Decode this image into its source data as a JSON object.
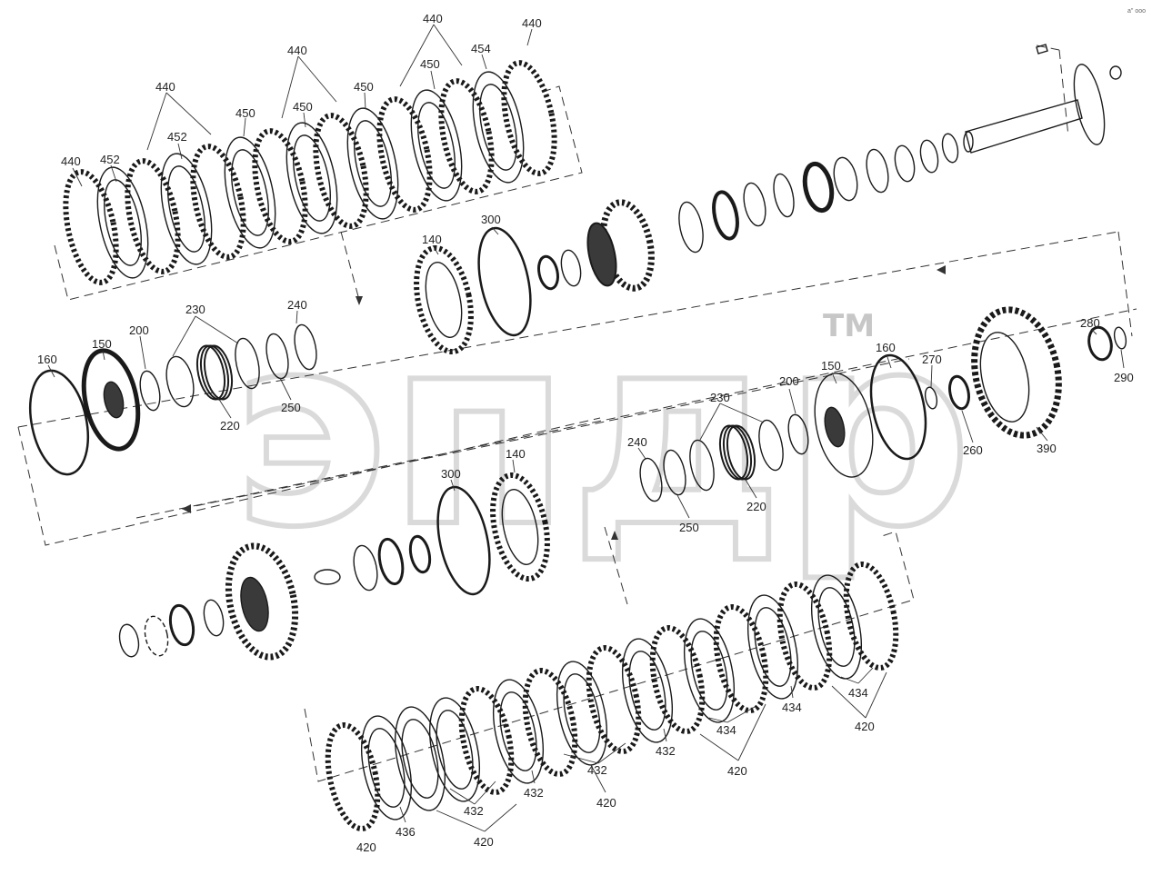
{
  "corner_note": "a\" ooo",
  "watermark": {
    "text": "эпдр",
    "mark": "TM"
  },
  "colors": {
    "line": "#1a1a1a",
    "gear_fill": "#3a3a3a",
    "watermark": "#bdbdbd"
  },
  "labels": {
    "top_440_a": "440",
    "top_452_a": "452",
    "top_440_b": "440",
    "top_452_b": "452",
    "top_450_a": "450",
    "top_440_c": "440",
    "top_450_b": "450",
    "top_450_c": "450",
    "top_440_d": "440",
    "top_450_d": "450",
    "top_454": "454",
    "top_440_e": "440",
    "l_160": "160",
    "l_150": "150",
    "l_200": "200",
    "l_230": "230",
    "l_220": "220",
    "l_240": "240",
    "l_250": "250",
    "l_140": "140",
    "l_300": "300",
    "r_140": "140",
    "r_300": "300",
    "r_240": "240",
    "r_250": "250",
    "r_230": "230",
    "r_220": "220",
    "r_200": "200",
    "r_150": "150",
    "r_160": "160",
    "r_270": "270",
    "r_260": "260",
    "r_280": "280",
    "r_290": "290",
    "r_390": "390",
    "b_420_a": "420",
    "b_436": "436",
    "b_432_a": "432",
    "b_420_b": "420",
    "b_432_b": "432",
    "b_432_c": "432",
    "b_420_c": "420",
    "b_432_d": "432",
    "b_434_a": "434",
    "b_420_d": "420",
    "b_434_b": "434",
    "b_434_c": "434",
    "b_420_e": "420"
  }
}
